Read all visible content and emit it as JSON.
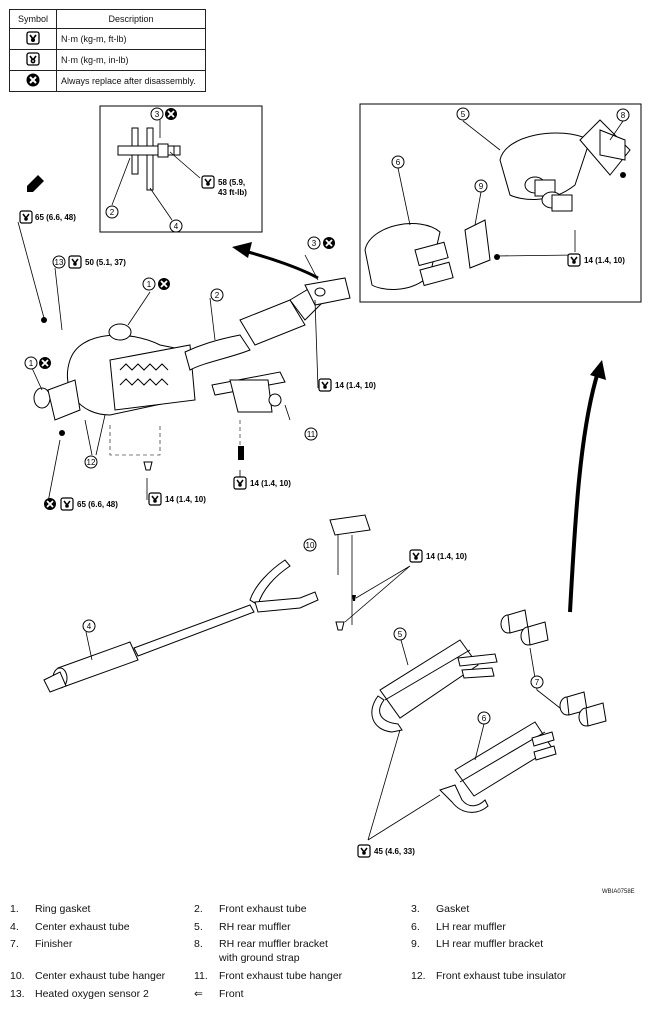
{
  "legend": {
    "header_symbol": "Symbol",
    "header_description": "Description",
    "rows": [
      {
        "icon": "torque-wrench-icon",
        "text": "N·m (kg-m, ft-lb)"
      },
      {
        "icon": "torque-wrench-small-icon",
        "text": "N·m (kg-m, in-lb)"
      },
      {
        "icon": "replace-x-icon",
        "text": "Always replace after disassembly."
      }
    ]
  },
  "callouts": {
    "c1": "1",
    "c2": "2",
    "c3": "3",
    "c4": "4",
    "c5": "5",
    "c6": "6",
    "c7": "7",
    "c8": "8",
    "c9": "9",
    "c10": "10",
    "c11": "11",
    "c12": "12",
    "c13": "13"
  },
  "torques": {
    "t58a": "58 (5.9,",
    "t58b": "43 ft-lb)",
    "t65": "65 (6.6, 48)",
    "t50": "50 (5.1, 37)",
    "t14": "14 (1.4, 10)",
    "t45": "45 (4.6, 33)"
  },
  "figure_ref": "WBIA0758E",
  "parts": [
    {
      "num": "1.",
      "name": "Ring gasket"
    },
    {
      "num": "2.",
      "name": "Front exhaust tube"
    },
    {
      "num": "3.",
      "name": "Gasket"
    },
    {
      "num": "4.",
      "name": "Center exhaust tube"
    },
    {
      "num": "5.",
      "name": "RH rear muffler"
    },
    {
      "num": "6.",
      "name": "LH rear muffler"
    },
    {
      "num": "7.",
      "name": "Finisher"
    },
    {
      "num": "8.",
      "name": "RH rear muffler bracket"
    },
    {
      "num": "",
      "name": "with ground strap"
    },
    {
      "num": "9.",
      "name": "LH rear muffler bracket"
    },
    {
      "num": "10.",
      "name": "Center exhaust tube hanger"
    },
    {
      "num": "11.",
      "name": "Front exhaust tube hanger"
    },
    {
      "num": "12.",
      "name": "Front exhaust tube insulator"
    },
    {
      "num": "13.",
      "name": "Heated oxygen sensor 2"
    },
    {
      "num": "⇐",
      "name": "Front"
    }
  ]
}
